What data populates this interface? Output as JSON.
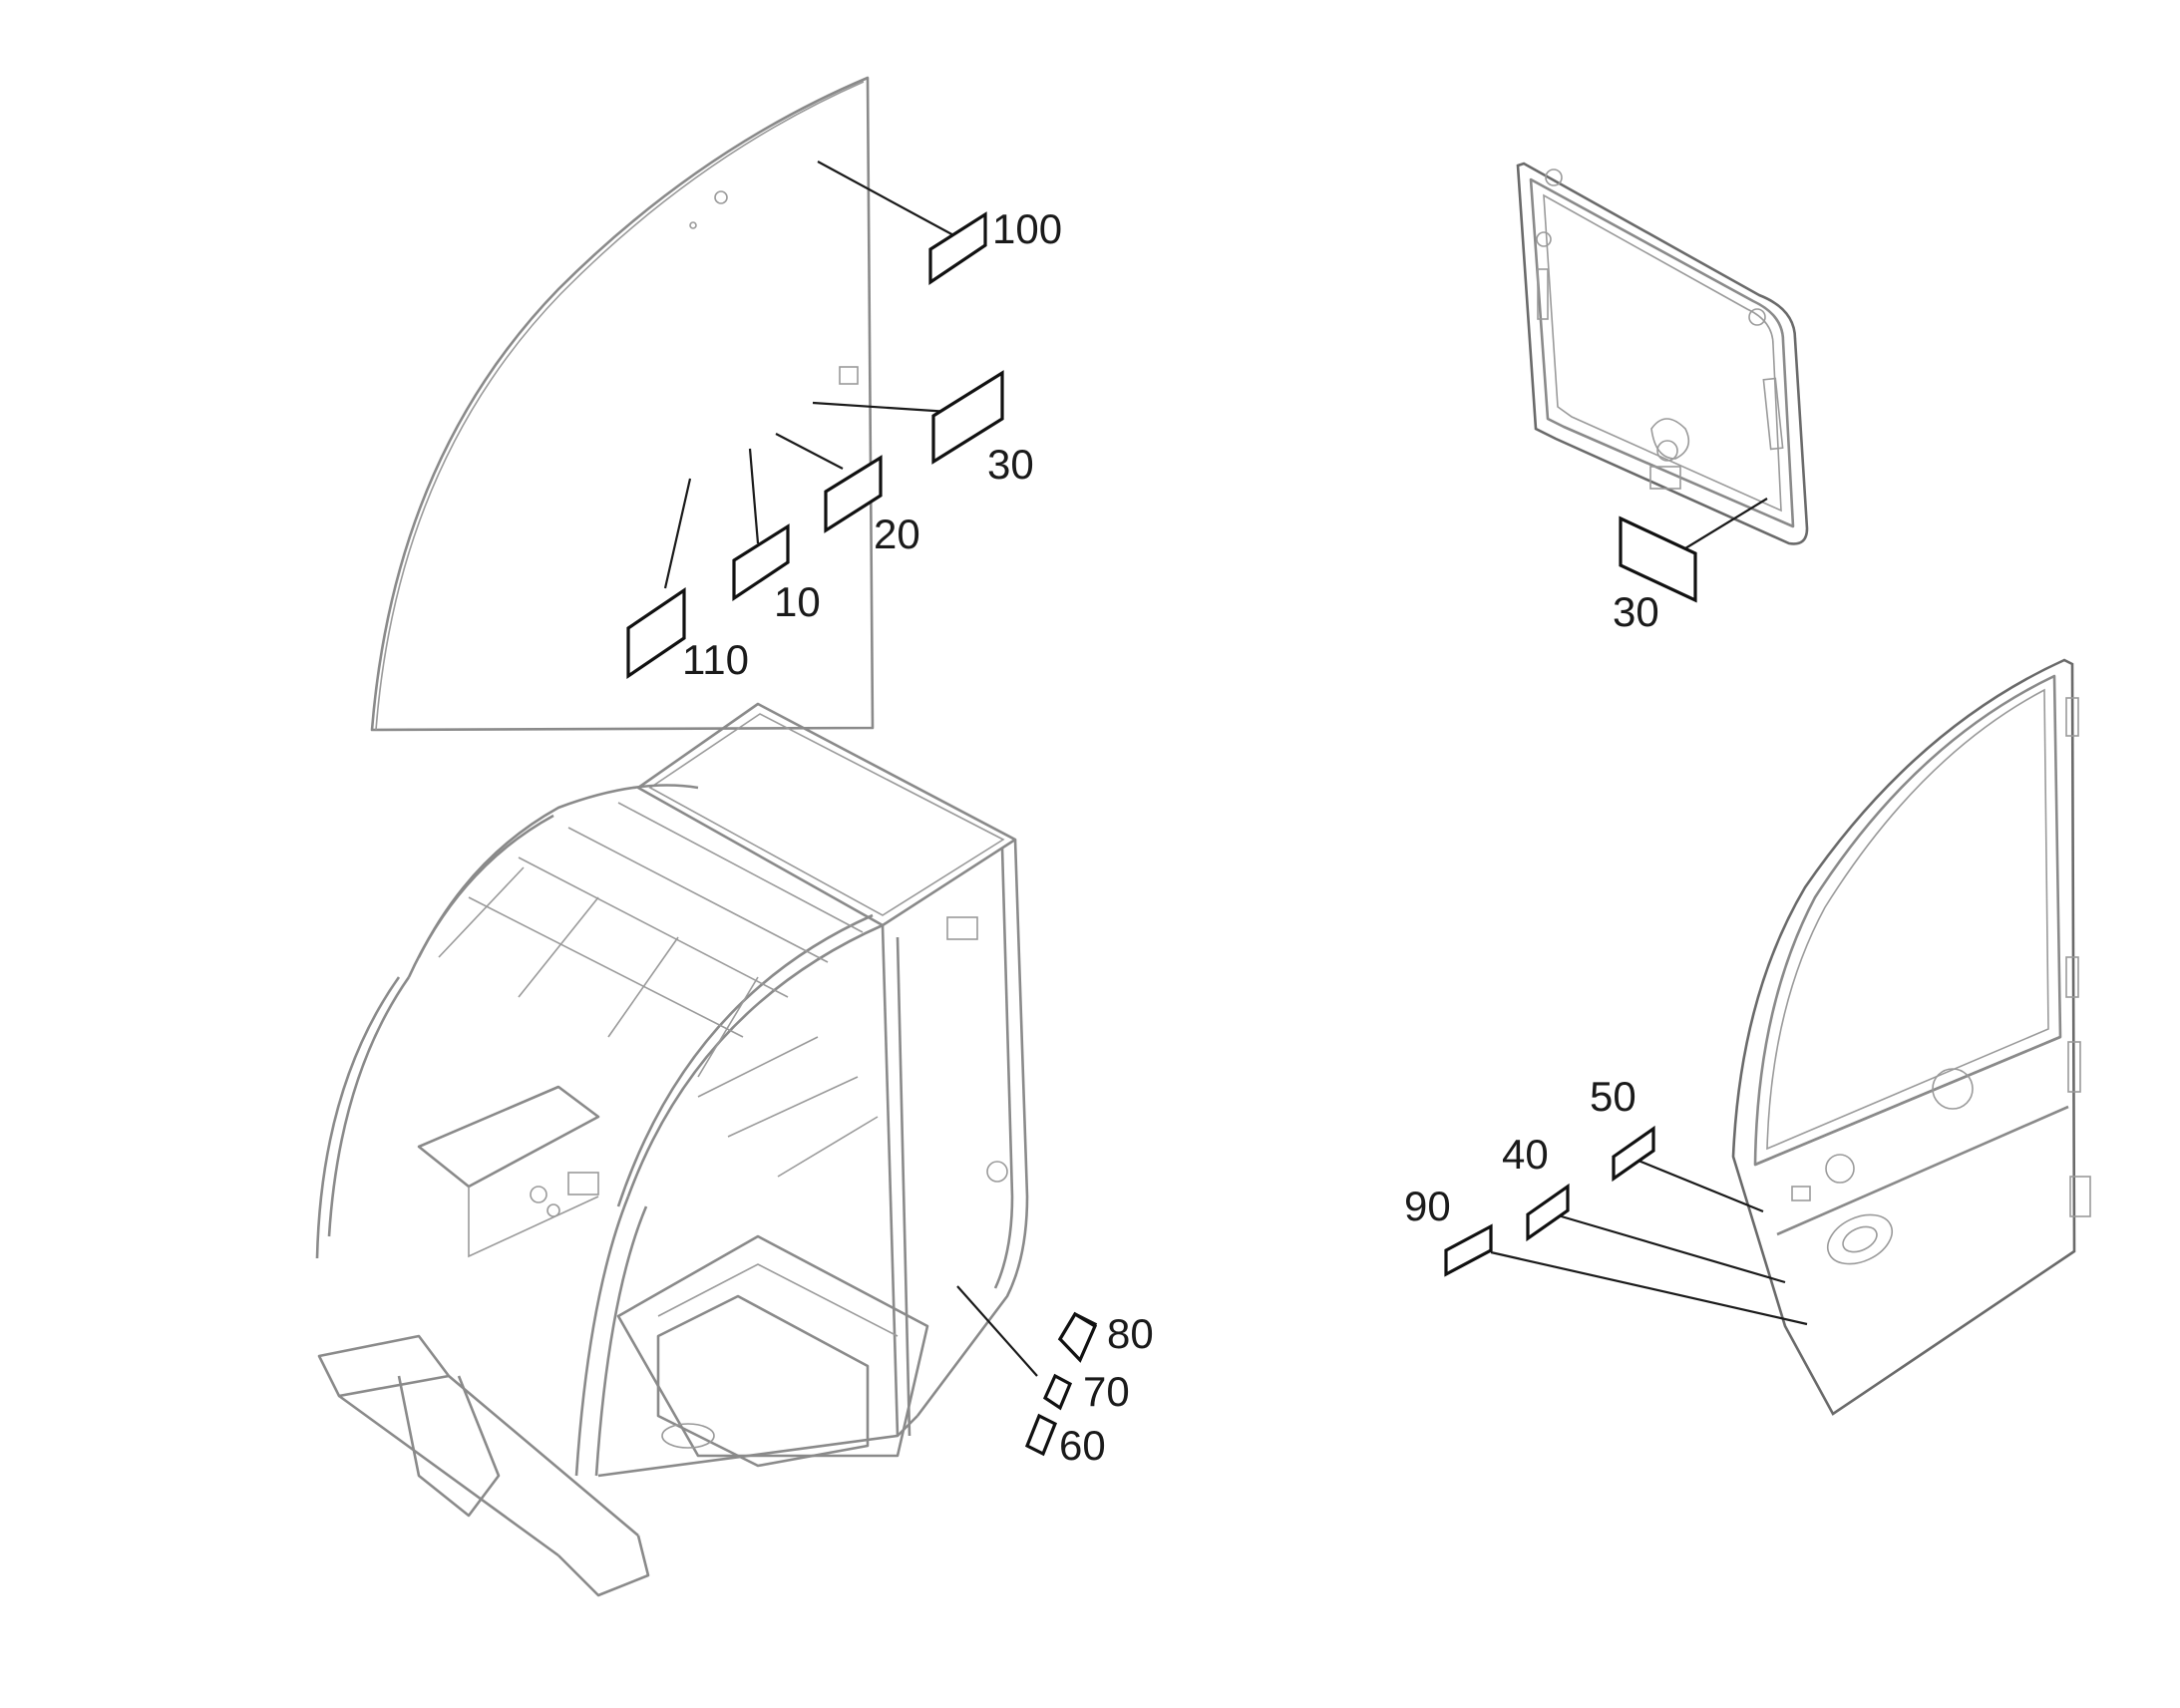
{
  "diagram": {
    "callouts": {
      "windshield": {
        "c100": "100",
        "c30": "30",
        "c20": "20",
        "c10": "10",
        "c110": "110"
      },
      "roof_window": {
        "c30": "30"
      },
      "cab_frame": {
        "c80": "80",
        "c70": "70",
        "c60": "60"
      },
      "door": {
        "c50": "50",
        "c40": "40",
        "c90": "90"
      }
    },
    "colors": {
      "line_art": "#8a8a8a",
      "leader_lines": "#1a1a1a",
      "text": "#1a1a1a",
      "background": "#ffffff"
    }
  }
}
